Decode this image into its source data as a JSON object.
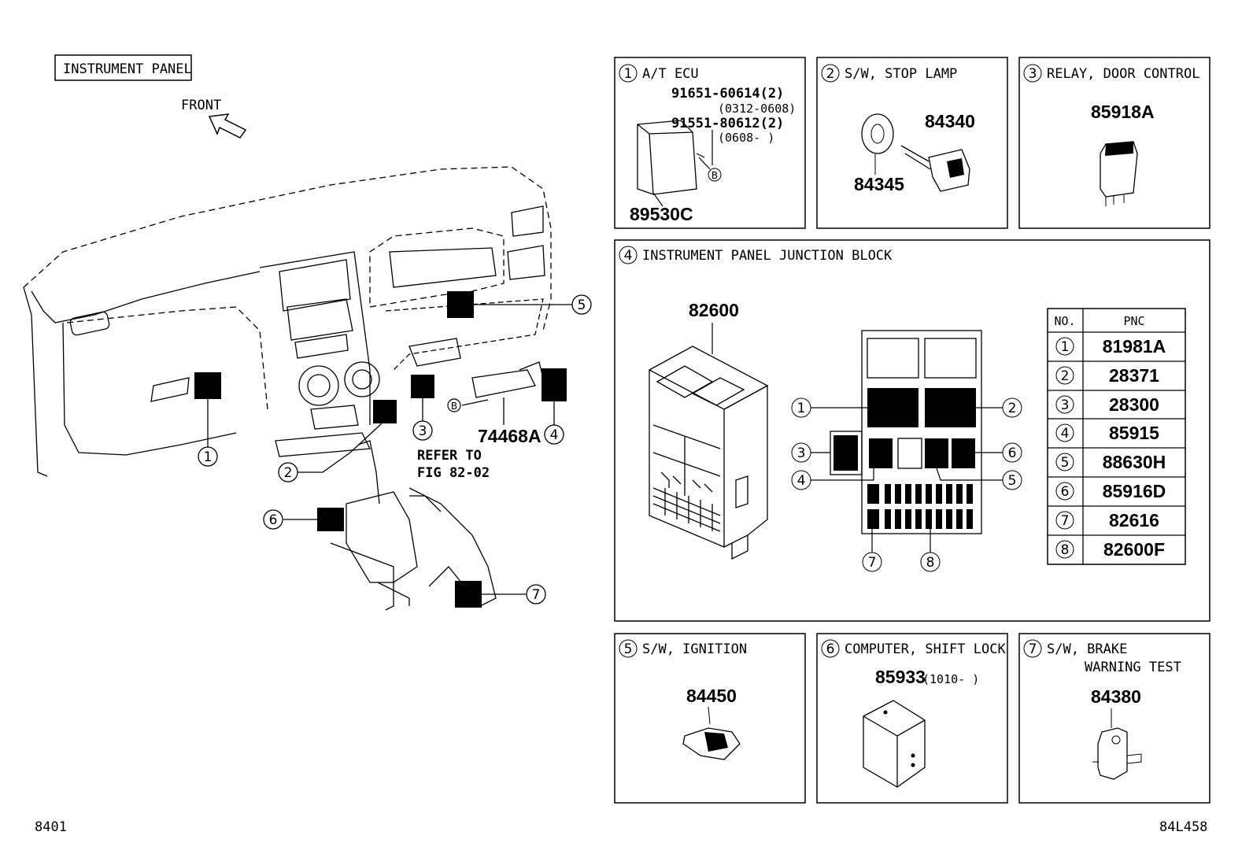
{
  "title_box": "INSTRUMENT PANEL",
  "front_label": "FRONT",
  "refer_line1": "REFER TO",
  "refer_line2": "FIG 82-02",
  "part_74468a": "74468A",
  "footer_left": "8401",
  "footer_right": "84L458",
  "callouts": [
    "1",
    "2",
    "3",
    "4",
    "5",
    "6",
    "7",
    "8"
  ],
  "b_marker": "B",
  "panels": {
    "p1": {
      "num": "1",
      "title": "A/T ECU",
      "parts": [
        "91651-60614(2)",
        "(0312-0608)",
        "91551-80612(2)",
        "(0608-      )"
      ],
      "main": "89530C"
    },
    "p2": {
      "num": "2",
      "title": "S/W, STOP LAMP",
      "part_a": "84340",
      "part_b": "84345"
    },
    "p3": {
      "num": "3",
      "title": "RELAY, DOOR CONTROL",
      "main": "85918A"
    },
    "p4": {
      "num": "4",
      "title": "INSTRUMENT PANEL JUNCTION BLOCK",
      "main": "82600",
      "table": {
        "headers": [
          "NO.",
          "PNC"
        ],
        "rows": [
          [
            "1",
            "81981A"
          ],
          [
            "2",
            "28371"
          ],
          [
            "3",
            "28300"
          ],
          [
            "4",
            "85915"
          ],
          [
            "5",
            "88630H"
          ],
          [
            "6",
            "85916D"
          ],
          [
            "7",
            "82616"
          ],
          [
            "8",
            "82600F"
          ]
        ]
      }
    },
    "p5": {
      "num": "5",
      "title": "S/W, IGNITION",
      "main": "84450"
    },
    "p6": {
      "num": "6",
      "title": "COMPUTER, SHIFT LOCK",
      "main": "85933",
      "suffix": "(1010-      )"
    },
    "p7": {
      "num": "7",
      "title": "S/W, BRAKE",
      "title2": "WARNING TEST",
      "main": "84380"
    }
  }
}
